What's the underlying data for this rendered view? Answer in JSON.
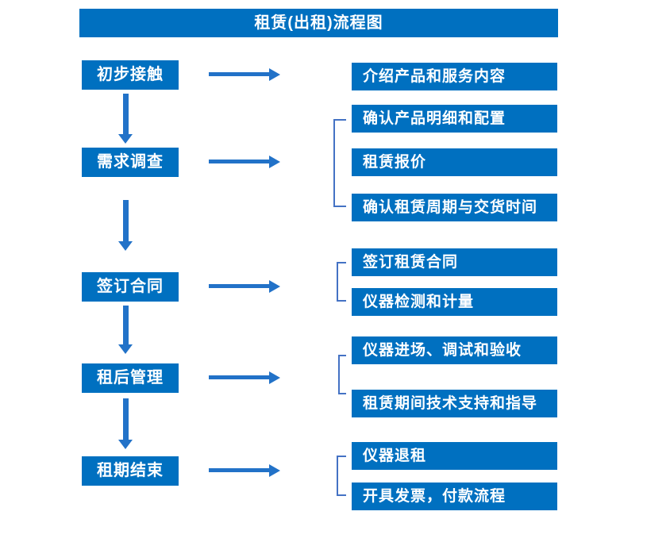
{
  "title": "租赁(出租)流程图",
  "colors": {
    "box_blue": "#0070C0",
    "arrow_blue": "#2272C8",
    "bracket_blue": "#4472C4",
    "text_white": "#FFFFFF",
    "background": "#FFFFFF"
  },
  "steps": [
    {
      "label": "初步接触",
      "details": [
        "介绍产品和服务内容"
      ]
    },
    {
      "label": "需求调查",
      "details": [
        "确认产品明细和配置",
        "租赁报价",
        "确认租赁周期与交货时间"
      ]
    },
    {
      "label": "签订合同",
      "details": [
        "签订租赁合同",
        "仪器检测和计量"
      ]
    },
    {
      "label": "租后管理",
      "details": [
        "仪器进场、调试和验收",
        "租赁期间技术支持和指导"
      ]
    },
    {
      "label": "租期结束",
      "details": [
        "仪器退租",
        "开具发票，付款流程"
      ]
    }
  ]
}
